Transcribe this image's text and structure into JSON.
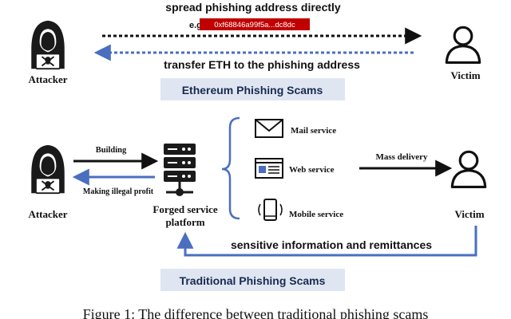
{
  "ethereum": {
    "top_arrow_label": "spread phishing address directly",
    "eg_prefix": "e.g.",
    "address": "0xf68846a99f5a...dc8dc",
    "bottom_arrow_label": "transfer ETH to the phishing address",
    "attacker_label": "Attacker",
    "victim_label": "Victim",
    "section_title": "Ethereum Phishing Scams"
  },
  "traditional": {
    "attacker_label": "Attacker",
    "building_label": "Building",
    "profit_label": "Making illegal profit",
    "platform_label_line1": "Forged service",
    "platform_label_line2": "platform",
    "services": [
      "Mail service",
      "Web service",
      "Mobile service"
    ],
    "mass_delivery_label": "Mass delivery",
    "victim_label": "Victim",
    "return_label": "sensitive information and remittances",
    "section_title": "Traditional Phishing Scams"
  },
  "caption": "Figure 1: The difference between traditional phishing scams",
  "colors": {
    "accent_blue": "#4a6fc0",
    "dark": "#111111",
    "address_red": "#c00000",
    "title_bg": "#dfe6f2"
  },
  "icons": {
    "attacker": "hacker-icon",
    "victim": "user-outline-icon",
    "platform": "server-stack-icon",
    "mail": "envelope-icon",
    "web": "browser-window-icon",
    "mobile": "smartphone-icon"
  }
}
